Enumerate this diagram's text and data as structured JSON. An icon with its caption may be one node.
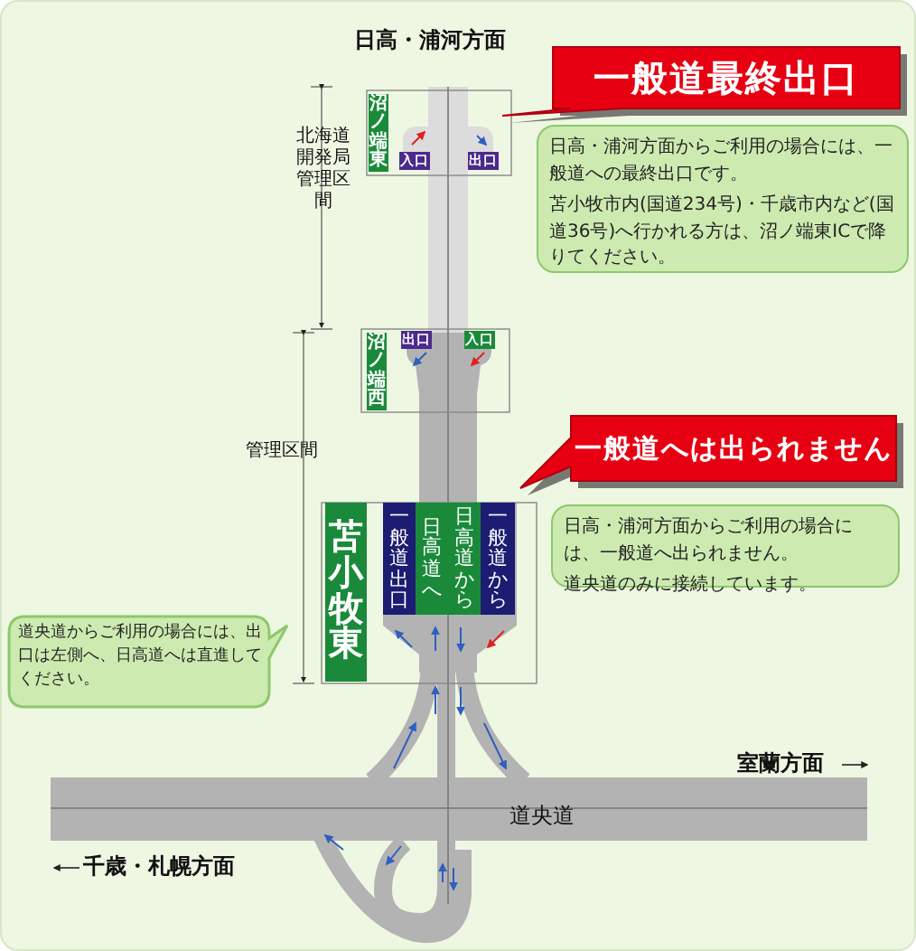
{
  "diagram": {
    "nodes": [
      {
        "text": [
          "一般道最終出口"
        ]
      },
      {
        "text": [
          "沼ノ端東"
        ]
      },
      {
        "text": [
          "入口"
        ]
      },
      {
        "text": [
          "出口"
        ]
      },
      {
        "text": [
          "日高・浦河方面からご利用の場合には、一般道への最終出口です。",
          "苫小牧市内(国道234号)・千歳市内など(国道36号)へ行かれる方は、沼ノ端東ICで降りてください。"
        ]
      },
      {
        "text": [
          "沼ノ端西"
        ]
      },
      {
        "text": [
          "出口"
        ]
      },
      {
        "text": [
          "入口"
        ]
      },
      {
        "text": [
          "一般道へは出られません"
        ]
      },
      {
        "text": [
          "苫小牧東"
        ]
      },
      {
        "text": [
          "一般道出口"
        ]
      },
      {
        "text": [
          "日高道へ"
        ]
      },
      {
        "text": [
          "日高道から"
        ]
      },
      {
        "text": [
          "一般道から"
        ]
      },
      {
        "text": [
          "日高・浦河方面からご利用の場合には、一般道へ出られません。",
          "道央道のみに接続しています。"
        ]
      },
      {
        "text": [
          "道央道からご利用の場合には、出口は左側へ、日高道へは直進してください。"
        ]
      }
    ],
    "labels": [
      "日高・浦河方面",
      "北海道開発局管理区間",
      "管理区間",
      "室蘭方面",
      "道央道",
      "千歳・札幌方面"
    ]
  }
}
